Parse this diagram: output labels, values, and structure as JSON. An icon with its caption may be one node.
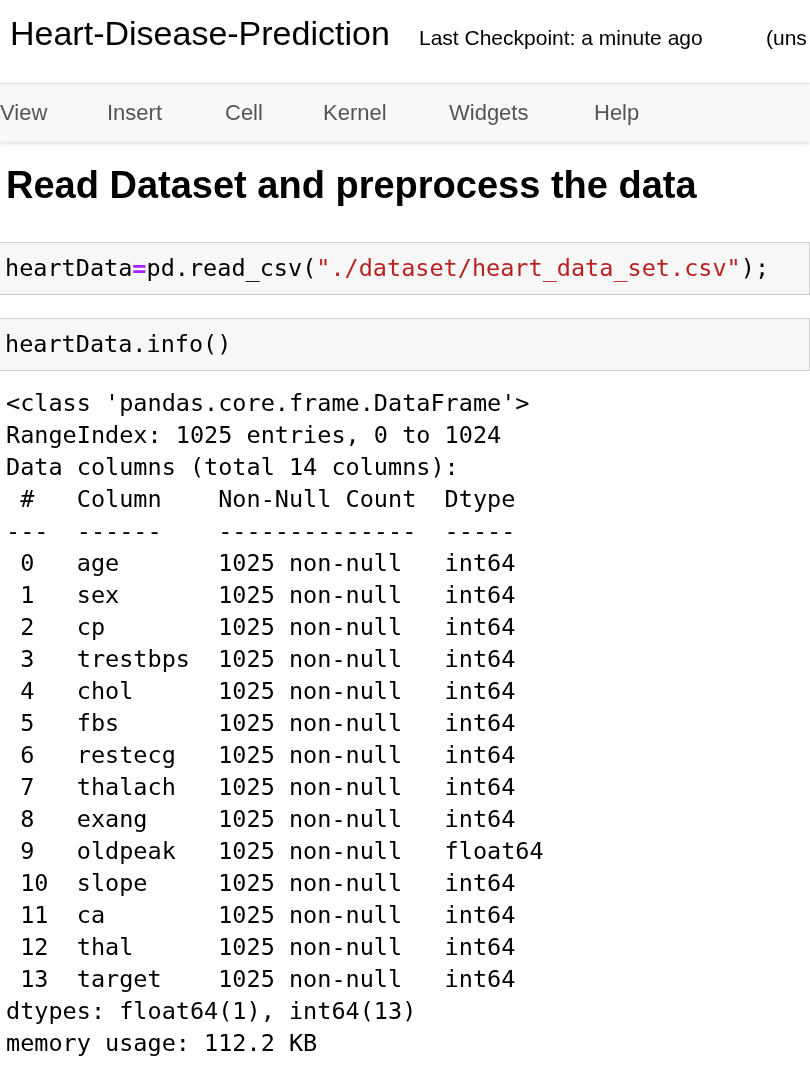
{
  "diagram": {
    "title": "Heart-Disease-Prediction",
    "nodes": [
      {
        "text": [
          "heartData=pd.read_csv(\"./dataset/heart_data_set.csv\");"
        ]
      },
      {
        "text": [
          "heartData.info()"
        ]
      }
    ],
    "edges": [],
    "labels": [
      "Last Checkpoint: a minute ago",
      "(uns",
      "View",
      "Insert",
      "Cell",
      "Kernel",
      "Widgets",
      "Help",
      "Read Dataset and preprocess the data",
      "<class 'pandas.core.frame.DataFrame'>",
      "RangeIndex: 1025 entries, 0 to 1024",
      "Data columns (total 14 columns):",
      " #   Column    Non-Null Count  Dtype  ",
      "---  ------    --------------  -----  ",
      " 0   age       1025 non-null   int64  ",
      " 1   sex       1025 non-null   int64  ",
      " 2   cp        1025 non-null   int64  ",
      " 3   trestbps  1025 non-null   int64  ",
      " 4   chol      1025 non-null   int64  ",
      " 5   fbs       1025 non-null   int64  ",
      " 6   restecg   1025 non-null   int64  ",
      " 7   thalach   1025 non-null   int64  ",
      " 8   exang     1025 non-null   int64  ",
      " 9   oldpeak   1025 non-null   float64",
      " 10  slope     1025 non-null   int64  ",
      " 11  ca        1025 non-null   int64  ",
      " 12  thal      1025 non-null   int64  ",
      " 13  target    1025 non-null   int64  ",
      "dtypes: float64(1), int64(13)",
      "memory usage: 112.2 KB"
    ]
  }
}
